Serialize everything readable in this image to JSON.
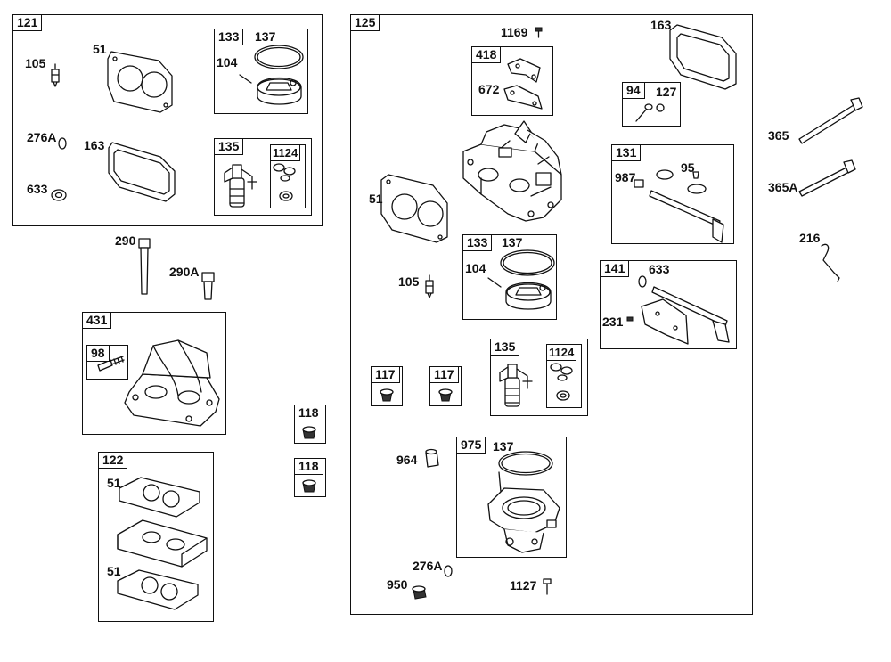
{
  "boxes": {
    "b121": "121",
    "b133a": "133",
    "b135a": "135",
    "b1124a": "1124",
    "b431": "431",
    "b98": "98",
    "b122": "122",
    "b118a": "118",
    "b118b": "118",
    "b125": "125",
    "b418": "418",
    "b94": "94",
    "b131": "131",
    "b133b": "133",
    "b141": "141",
    "b135b": "135",
    "b1124b": "1124",
    "b117a": "117",
    "b117b": "117",
    "b975": "975"
  },
  "labels": {
    "l105a": "105",
    "l51a": "51",
    "l137a": "137",
    "l104a": "104",
    "l276Aa": "276A",
    "l163a": "163",
    "l633a": "633",
    "l290": "290",
    "l290A": "290A",
    "l51b": "51",
    "l51c": "51",
    "l1169": "1169",
    "l163b": "163",
    "l672": "672",
    "l127": "127",
    "l987": "987",
    "l95": "95",
    "l51d": "51",
    "l137b": "137",
    "l104b": "104",
    "l105b": "105",
    "l633b": "633",
    "l231": "231",
    "l964": "964",
    "l137c": "137",
    "l276Ab": "276A",
    "l950": "950",
    "l1127": "1127",
    "l365": "365",
    "l365A": "365A",
    "l216": "216"
  }
}
